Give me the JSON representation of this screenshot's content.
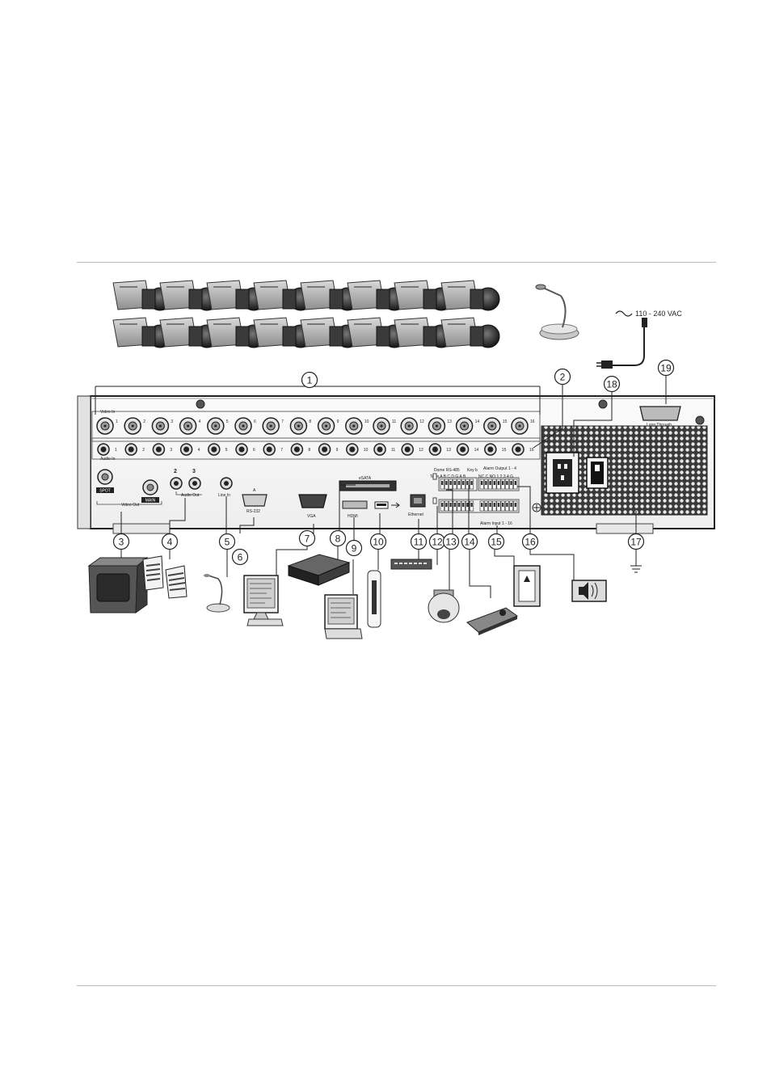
{
  "panel": {
    "video_in_label": "Video In",
    "audio_in_label": "Audio In",
    "video_out_label": "Video Out",
    "spot_label": "SPOT",
    "main_label": "MAIN",
    "audio_out_label": "Audio Out",
    "audio_out_2": "2",
    "audio_out_3": "3",
    "line_in_label": "Line In",
    "rs232_top": "A",
    "rs232_label": "RS-232",
    "vga_label": "VGA",
    "esata_label": "eSATA",
    "hdmi_label": "HDMI",
    "ethernet_label": "Ethernet",
    "dome_rs485_label": "Dome RS-485",
    "term_label": "Term A B C D G A B",
    "keyb_label": "Key b",
    "alarm_output_label": "Alarm Output 1 - 4",
    "alarm_output_pins": "NC C NO 1 2 3 4 G",
    "alarm_input_label": "Alarm Input 1 - 16",
    "loop_through_label": "Loop Through",
    "power_label": "110 - 240 VAC",
    "channel_numbers": [
      "1",
      "2",
      "3",
      "4",
      "5",
      "6",
      "7",
      "8",
      "9",
      "10",
      "11",
      "12",
      "13",
      "14",
      "15",
      "16"
    ]
  },
  "callouts": [
    "1",
    "2",
    "3",
    "4",
    "5",
    "6",
    "7",
    "8",
    "9",
    "10",
    "11",
    "12",
    "13",
    "14",
    "15",
    "16",
    "17",
    "18",
    "19"
  ]
}
